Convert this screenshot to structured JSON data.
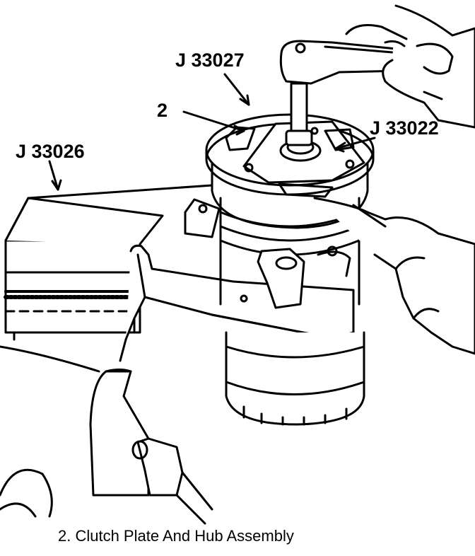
{
  "labels": {
    "tool_j33027": "J 33027",
    "tool_j33022": "J 33022",
    "tool_j33026": "J 33026",
    "callout_2": "2"
  },
  "caption": "2.  Clutch Plate And Hub Assembly",
  "colors": {
    "ink": "#000000",
    "paper": "#ffffff"
  }
}
